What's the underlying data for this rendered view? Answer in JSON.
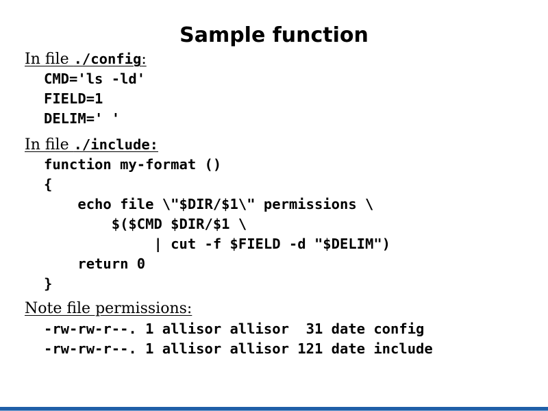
{
  "slide": {
    "title": "Sample function",
    "sections": [
      {
        "label_prefix": "In file ",
        "label_code": "./config",
        "label_suffix": ":",
        "lines": [
          "CMD='ls -ld'",
          "FIELD=1",
          "DELIM=' '"
        ]
      },
      {
        "label_prefix": "In file ",
        "label_code": "./include:",
        "label_suffix": "",
        "lines": [
          "function my-format ()",
          "{",
          "    echo file \\\"$DIR/$1\\\" permissions \\",
          "        $($CMD $DIR/$1 \\",
          "             | cut -f $FIELD -d \"$DELIM\")",
          "    return 0",
          "}"
        ]
      },
      {
        "label_prefix": "Note file permissions:",
        "label_code": "",
        "label_suffix": "",
        "lines": [
          "-rw-rw-r--. 1 allisor allisor  31 date config",
          "-rw-rw-r--. 1 allisor allisor 121 date include"
        ]
      }
    ]
  },
  "colors": {
    "footer_bar": "#1f5fa8"
  }
}
